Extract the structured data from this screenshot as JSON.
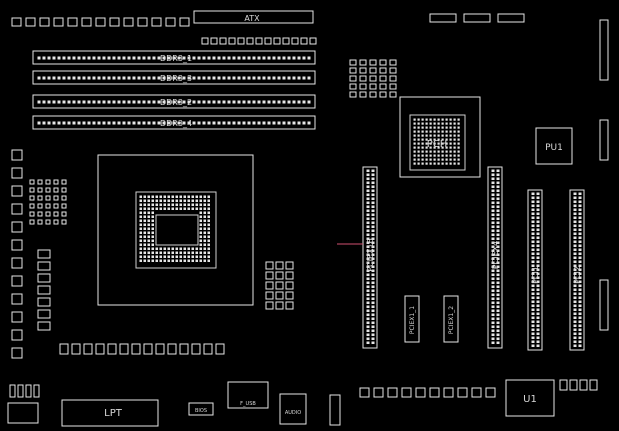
{
  "board": {
    "background": "#000000",
    "line_color": "#e6e6e6",
    "accent_color": "#d05070"
  },
  "labels": {
    "atx": "ATX",
    "ddr1": "DDR3_1",
    "ddr2": "DDR3_3",
    "ddr3": "DDR3_2",
    "ddr4": "DDR3_4",
    "pch": "PCH",
    "pu1": "PU1",
    "pciex16": "PCIEX16",
    "pciex4": "PCIEX4",
    "pci1": "PCI1",
    "pci2": "PCI2",
    "pciex1_1": "PCIEX1_1",
    "pciex1_2": "PCIEX1_2",
    "lpt": "LPT",
    "u1": "U1",
    "audio": "AUDIO",
    "f_usb": "F_USB",
    "bios": "BIOS"
  }
}
